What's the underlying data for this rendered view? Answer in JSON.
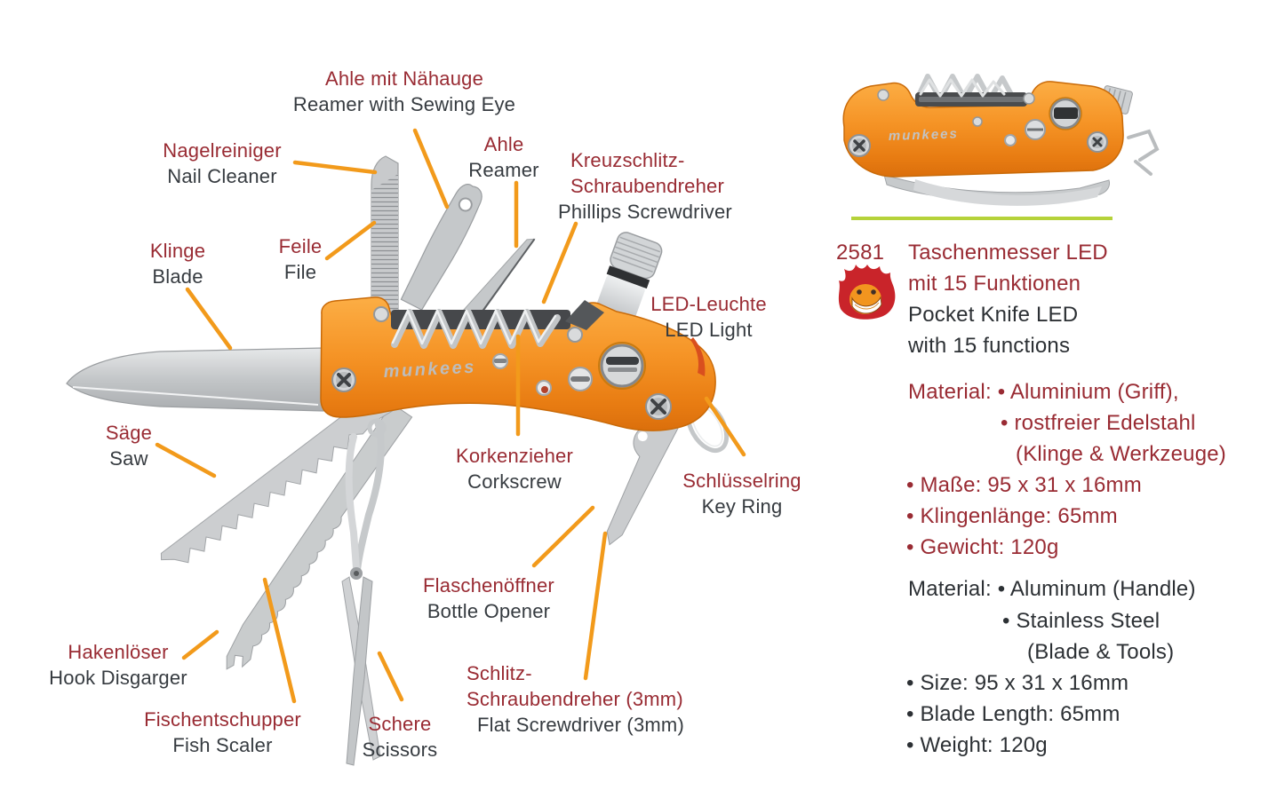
{
  "diagram": {
    "brand": "munkees",
    "labels": [
      {
        "id": "reamer-sewing-eye",
        "de": "Ahle mit Nähauge",
        "en": "Reamer with Sewing Eye"
      },
      {
        "id": "nail-cleaner",
        "de": "Nagelreiniger",
        "en": "Nail Cleaner"
      },
      {
        "id": "reamer",
        "de": "Ahle",
        "en": "Reamer"
      },
      {
        "id": "phillips-screwdriver",
        "de1": "Kreuzschlitz-",
        "de2": "Schraubendreher",
        "en": "Phillips Screwdriver"
      },
      {
        "id": "blade",
        "de": "Klinge",
        "en": "Blade"
      },
      {
        "id": "file",
        "de": "Feile",
        "en": "File"
      },
      {
        "id": "led-light",
        "de": "LED-Leuchte",
        "en": "LED Light"
      },
      {
        "id": "saw",
        "de": "Säge",
        "en": "Saw"
      },
      {
        "id": "corkscrew",
        "de": "Korkenzieher",
        "en": "Corkscrew"
      },
      {
        "id": "key-ring",
        "de": "Schlüsselring",
        "en": "Key Ring"
      },
      {
        "id": "bottle-opener",
        "de": "Flaschenöffner",
        "en": "Bottle Opener"
      },
      {
        "id": "hook-disgarger",
        "de": "Hakenlöser",
        "en": "Hook Disgarger"
      },
      {
        "id": "fish-scaler",
        "de": "Fischentschupper",
        "en": "Fish Scaler"
      },
      {
        "id": "scissors",
        "de": "Schere",
        "en": "Scissors"
      },
      {
        "id": "flat-screwdriver",
        "de1": "Schlitz-",
        "de2": "Schraubendreher (3mm)",
        "en": "Flat Screwdriver (3mm)"
      }
    ]
  },
  "product": {
    "item_no": "2581",
    "title_de1": "Taschenmesser LED",
    "title_de2": "mit 15 Funktionen",
    "title_en1": "Pocket Knife LED",
    "title_en2": "with 15 functions",
    "specs_de": [
      "Material: • Aluminium (Griff),",
      "• rostfreier Edelstahl",
      "(Klinge & Werkzeuge)",
      "• Maße: 95 x 31 x 16mm",
      "• Klingenlänge: 65mm",
      "• Gewicht: 120g"
    ],
    "specs_en": [
      "Material: • Aluminum (Handle)",
      "• Stainless Steel",
      "(Blade & Tools)",
      "• Size: 95 x 31 x 16mm",
      "• Blade Length: 65mm",
      "• Weight: 120g"
    ]
  },
  "colors": {
    "label_red": "#992b33",
    "text_dark": "#2c3034",
    "leader_orange": "#f29a1b",
    "handle_orange": "#f08a1d",
    "divider_green": "#b5d23a",
    "flame_red": "#c9242a",
    "flame_face_orange": "#f2951f"
  },
  "icons": {
    "flame_logo": "munkees-flame-logo"
  }
}
